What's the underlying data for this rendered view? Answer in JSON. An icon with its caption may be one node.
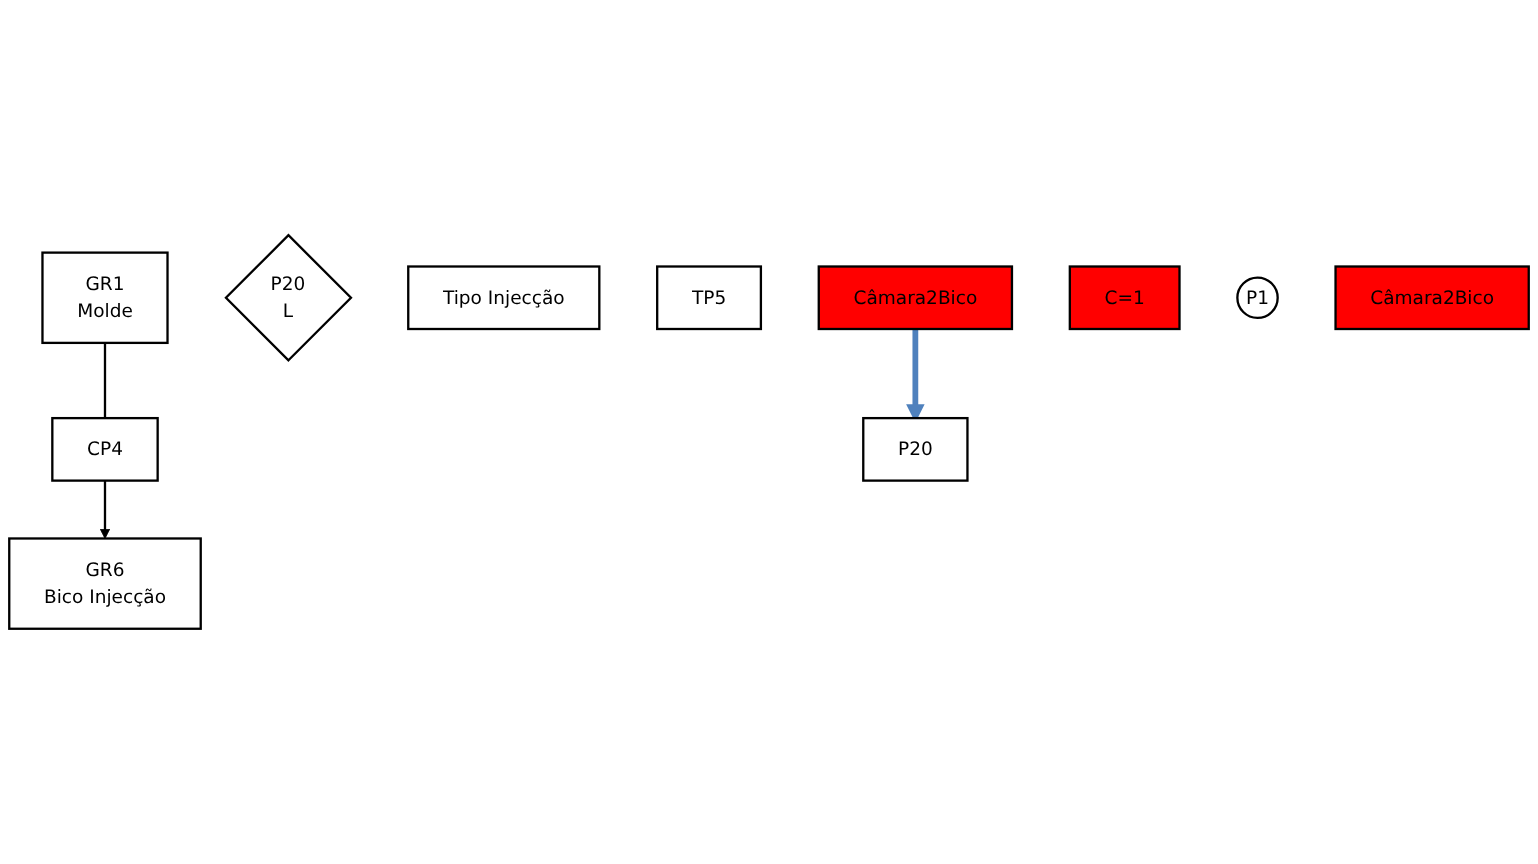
{
  "diagram": {
    "nodes": [
      {
        "text": [
          "GR1",
          "Molde"
        ]
      },
      {
        "text": [
          "P20",
          "L"
        ]
      },
      {
        "text": [
          "Tipo Injecção"
        ]
      },
      {
        "text": [
          "TP5"
        ]
      },
      {
        "text": [
          "Câmara2Bico"
        ]
      },
      {
        "text": [
          "GR6",
          "Bico Injecção"
        ]
      },
      {
        "text": [
          "CP4"
        ]
      },
      {
        "text": [
          "C=1"
        ]
      },
      {
        "text": [
          "P1"
        ]
      },
      {
        "text": [
          "P20"
        ]
      },
      {
        "text": [
          "Câmara2Bico"
        ]
      }
    ],
    "edges": [
      {
        "from": 0,
        "to": 6,
        "arrow": "none"
      },
      {
        "from": 6,
        "to": 5,
        "arrow": "to"
      },
      {
        "from": 4,
        "to": 9,
        "arrow": "to",
        "style": "thick",
        "color": "#4f81bd"
      }
    ]
  }
}
